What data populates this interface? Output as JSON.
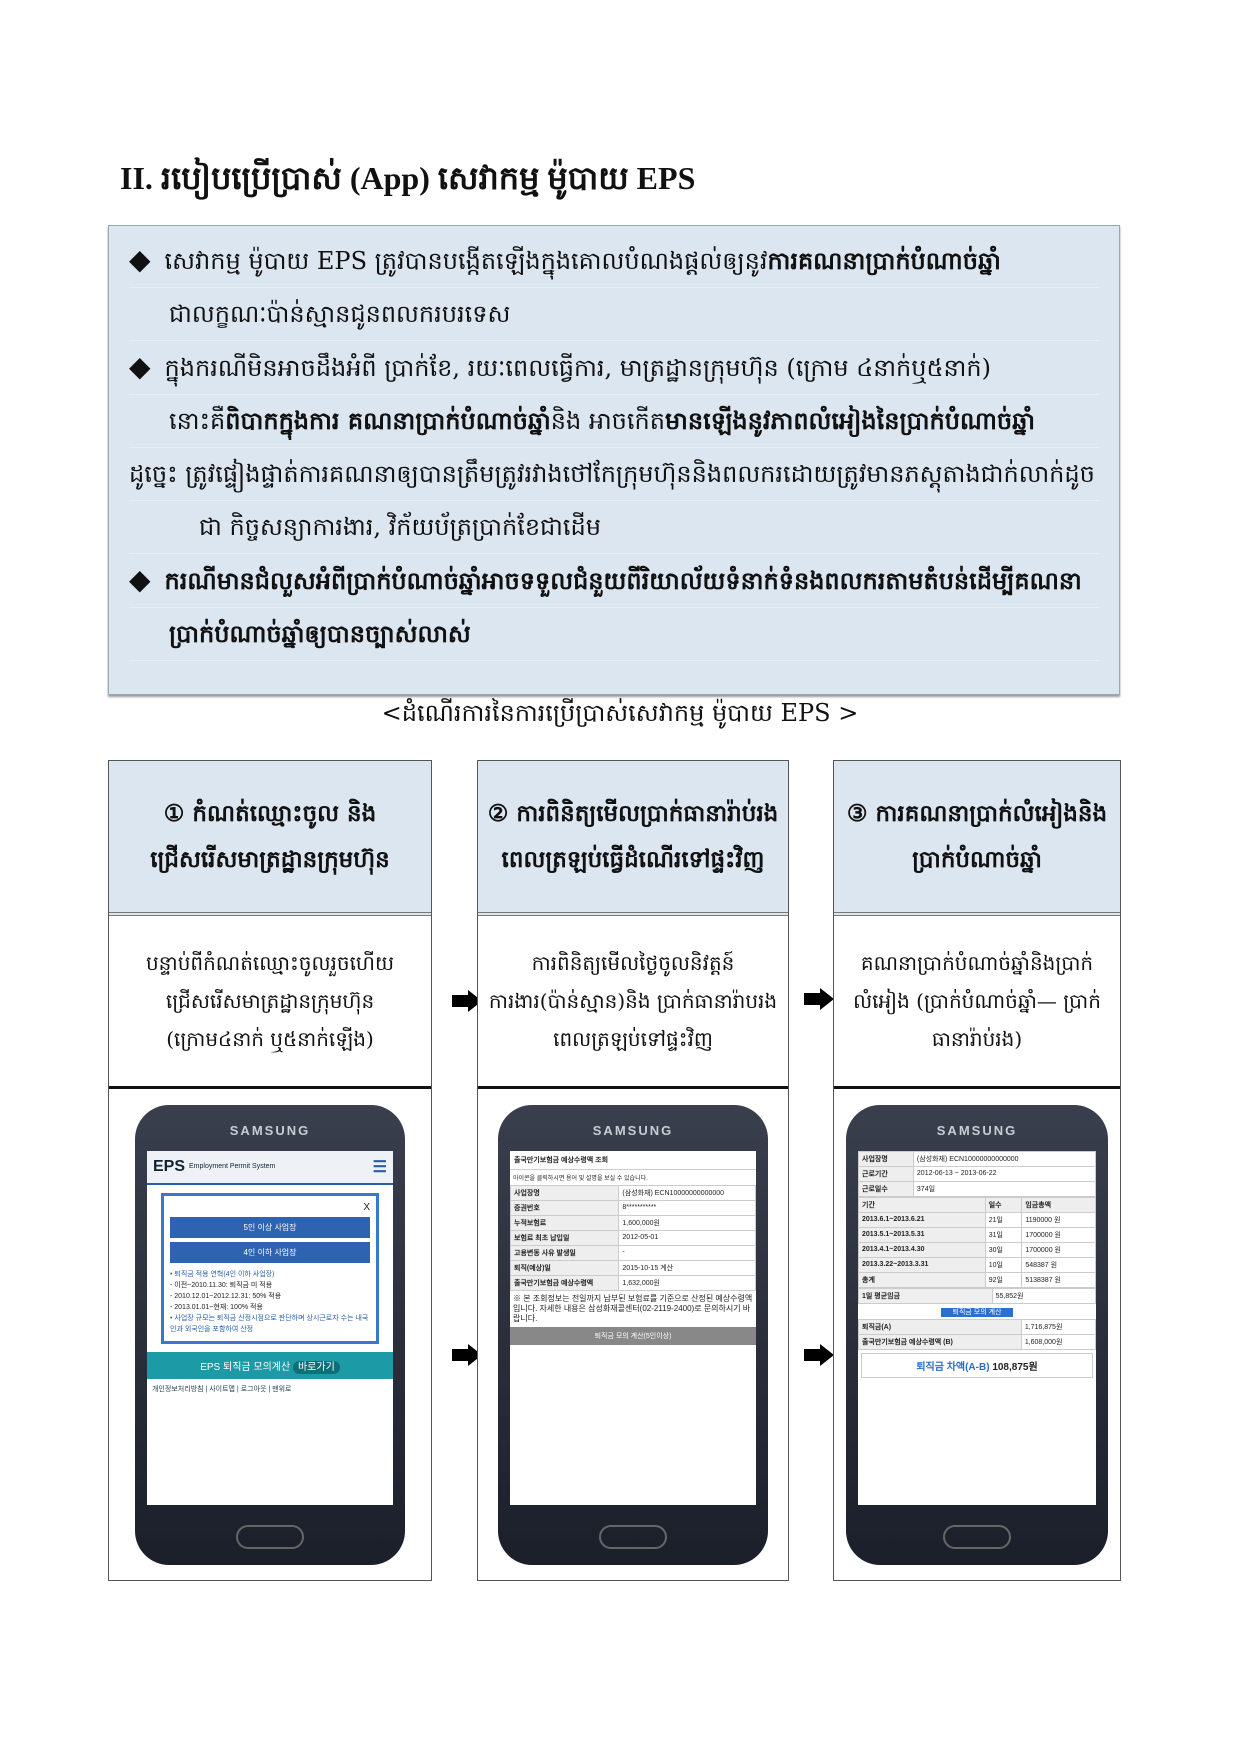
{
  "title": "II. របៀបប្រើប្រាស់ (App) សេវាកម្ម ម៉ូបាយ EPS",
  "info": {
    "p1a": "សេវាកម្ម ម៉ូបាយ EPS ត្រូវបានបង្កើតឡើងក្នុងគោលបំណងផ្តល់ឲ្យនូវ",
    "p1b": "ការគណនាប្រាក់បំណាច់ឆ្នាំ",
    "p1c": "ជាលក្ខណៈប៉ាន់ស្មានជូនពលករបរទេស",
    "p2a": "ក្នុងករណីមិនអាចដឹងអំពី ប្រាក់ខែ, រយៈពេលធ្វើការ, មាត្រដ្ឋានក្រុមហ៊ុន (ក្រោម ៤នាក់ឬ៥នាក់)",
    "p2b": "នោះគឺ",
    "p2c": "ពិបាកក្នុងការ គណនាប្រាក់បំណាច់ឆ្នាំ",
    "p2d": "និង អាចកើត",
    "p2e": "មានឡើងនូវភាពលំអៀងនៃប្រាក់បំណាច់ឆ្នាំ",
    "p2f": "ដូច្នេះ ត្រូវផ្ទៀងផ្ទាត់ការគណនាឲ្យបានត្រឹមត្រូវរវាងថៅកែក្រុមហ៊ុននិងពលករដោយត្រូវមានភស្តុតាងជាក់លាក់ដូច",
    "p2g": "ជា កិច្ចសន្យាការងារ, វិក័យប័ត្រប្រាក់ខែជាដើម",
    "p3a": "ករណីមានជំលួសអំពីប្រាក់បំណាច់ឆ្នាំអាចទទួលជំនួយពីរិយាល័យទំនាក់ទំនងពលករតាមតំបន់ដើម្បីគណនា",
    "p3b": "ប្រាក់បំណាច់ឆ្នាំឲ្យបានច្បាស់លាស់"
  },
  "caption": "<ដំណើរការនៃការប្រើប្រាស់សេវាកម្ម ម៉ូបាយ EPS >",
  "steps": [
    {
      "head": "① កំណត់ឈ្មោះចូល និង ជ្រើសរើសមាត្រដ្ឋានក្រុមហ៊ុន",
      "desc": "បន្ទាប់ពីកំណត់ឈ្មោះចូលរួចហើយ ជ្រើសរើសមាត្រដ្ឋានក្រុមហ៊ុន (ក្រោម៤នាក់ ឬ៥នាក់ឡើង)"
    },
    {
      "head": "② ការពិនិត្យមើលប្រាក់ធានារ៉ាប់រងពេលត្រឡប់ធ្វើដំណើរទៅផ្ទះវិញ",
      "desc": "ការពិនិត្យមើលថ្ងៃចូលនិវត្តន៍ការងារ(ប៉ាន់ស្មាន)និង ប្រាក់ធានារ៉ាបរងពេលត្រឡប់ទៅផ្ទះវិញ"
    },
    {
      "head": "③ ការគណនាប្រាក់លំអៀងនិងប្រាក់បំណាច់ឆ្នាំ",
      "desc": "គណនាប្រាក់បំណាច់ឆ្នាំនិងប្រាក់លំអៀង (ប្រាក់បំណាច់ឆ្នាំ— ប្រាក់ធានារ៉ាប់រង)"
    }
  ],
  "phone": {
    "brand": "SAMSUNG"
  },
  "p1": {
    "logo": "EPS",
    "logo_sub": "Employment Permit System",
    "btn1": "5인 이상 사업장",
    "btn2": "4인 이하 사업장",
    "close": "X",
    "notes": [
      "• 퇴직금 적용 연혁(4인 이하 사업장)",
      "- 이전~2010.11.30: 퇴직금 미 적용",
      "- 2010.12.01~2012.12.31: 50% 적용",
      "- 2013.01.01~현재: 100% 적용",
      "• 사업장 규모는 퇴직금 산정시점으로 판단하며 상시근로자 수는 내국인과 외국인을 포함하여 산정"
    ],
    "banner": "EPS 퇴직금 모의계산",
    "banner_btn": "바로가기",
    "footer": "개인정보처리방침 | 사이트맵 | 로그아웃 | 맨위로"
  },
  "p2": {
    "header": "출국만기보험금 예상수령액 조회",
    "hint": "아이콘을 클릭하시면 용어 및 설명을 보실 수 있습니다.",
    "rows": [
      [
        "사업장명",
        "(삼성화재) ECN10000000000000"
      ],
      [
        "증권번호",
        "8***********"
      ],
      [
        "누적보험료",
        "1,600,000원"
      ],
      [
        "보험료 최초 납입일",
        "2012-05-01"
      ],
      [
        "고용변동 사유 발생일",
        "-"
      ],
      [
        "퇴직(예상)일",
        "2015-10-15 계산"
      ],
      [
        "출국만기보험금 예상수령액",
        "1,632,000원"
      ]
    ],
    "note": "※ 본 조회정보는 전일까지 납부된 보험료를 기준으로 산정된 예상수령액 입니다. 자세한 내용은 삼성화재콜센터(02-2119-2400)로 문의하시기 바랍니다.",
    "button": "퇴직금 모의 계산(5인이상)"
  },
  "p3": {
    "rows": [
      [
        "사업장명",
        "(삼성화재) ECN10000000000000"
      ],
      [
        "근로기간",
        "2012-06-13 ~ 2013-06-22"
      ],
      [
        "근로일수",
        "374일"
      ]
    ],
    "wage_head": [
      "기간",
      "일수",
      "임금총액"
    ],
    "wages": [
      [
        "2013.6.1~2013.6.21",
        "21일",
        "1190000 원"
      ],
      [
        "2013.5.1~2013.5.31",
        "31일",
        "1700000 원"
      ],
      [
        "2013.4.1~2013.4.30",
        "30일",
        "1700000 원"
      ],
      [
        "2013.3.22~2013.3.31",
        "10일",
        "548387 원"
      ],
      [
        "총계",
        "92일",
        "5138387 원"
      ]
    ],
    "avg": [
      "1일 평균임금",
      "55,852원"
    ],
    "calc": "퇴직금 모의 계산",
    "res": [
      [
        "퇴직금(A)",
        "1,716,875원"
      ],
      [
        "출국만기보험금 예상수령액 (B)",
        "1,608,000원"
      ]
    ],
    "diff_label": "퇴직금 차액(A-B)",
    "diff_value": "108,875원"
  }
}
